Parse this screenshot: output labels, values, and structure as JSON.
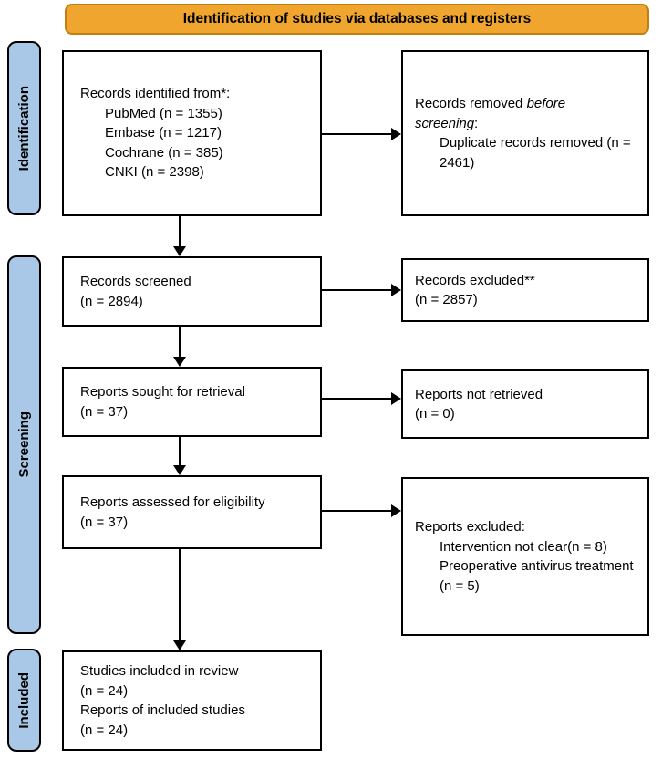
{
  "header": {
    "title": "Identification of studies via databases and registers"
  },
  "stages": [
    {
      "label": "Identification"
    },
    {
      "label": "Screening"
    },
    {
      "label": "Included"
    }
  ],
  "boxes": {
    "identified": {
      "title": "Records identified from*:",
      "items": [
        "PubMed (n = 1355)",
        "Embase (n = 1217)",
        "Cochrane (n = 385)",
        "CNKI (n = 2398)"
      ]
    },
    "removed": {
      "prefix": "Records removed ",
      "italic": "before screening",
      "suffix": ":",
      "items": [
        "Duplicate records removed (n = 2461)"
      ]
    },
    "screened": {
      "lines": [
        "Records screened",
        "(n = 2894)"
      ]
    },
    "excluded": {
      "lines": [
        "Records excluded**",
        "(n = 2857)"
      ]
    },
    "sought": {
      "lines": [
        "Reports sought for retrieval",
        "(n = 37)"
      ]
    },
    "not_retrieved": {
      "lines": [
        "Reports not retrieved",
        "(n = 0)"
      ]
    },
    "assessed": {
      "lines": [
        "Reports assessed for eligibility",
        "(n = 37)"
      ]
    },
    "reports_excluded": {
      "title": "Reports excluded:",
      "items": [
        "Intervention not clear(n = 8)",
        "Preoperative antivirus treatment (n = 5)"
      ]
    },
    "included": {
      "lines": [
        "Studies included in review",
        "(n = 24)",
        "Reports of included studies",
        "(n = 24)"
      ]
    }
  },
  "colors": {
    "header_fill": "#F0A62E",
    "header_border": "#C07F10",
    "stage_fill": "#A9C8E8",
    "stage_border": "#000000",
    "box_border": "#000000",
    "arrow": "#000000"
  }
}
